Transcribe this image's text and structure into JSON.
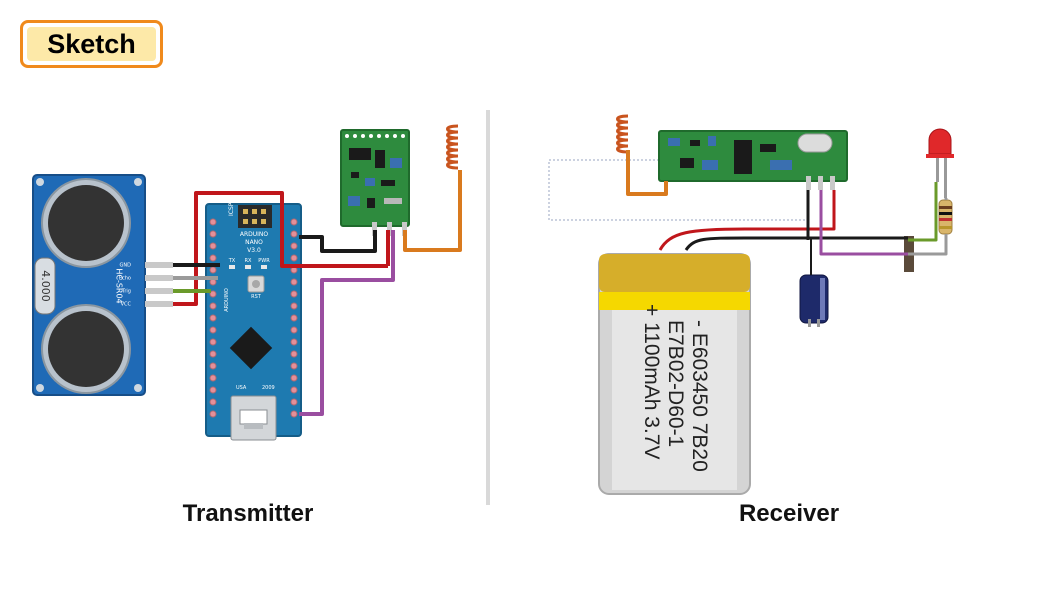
{
  "header": {
    "title": "Sketch"
  },
  "captions": {
    "left": "Transmitter",
    "right": "Receiver"
  },
  "sensor": {
    "crystal_label": "4.000",
    "model_label": "HC-SR04",
    "pins": [
      "GND",
      "Echo",
      "Trig",
      "VCC"
    ]
  },
  "nano": {
    "title_line1": "ARDUINO",
    "title_line2": "NANO",
    "title_line3": "V3.0",
    "icsp": "ICSP",
    "side_brand": "ARDUINO",
    "rst": "RST",
    "usa": "USA",
    "year": "2009",
    "leds": [
      "TX",
      "RX",
      "PWR"
    ]
  },
  "battery": {
    "line1": "- E603450 7B20",
    "line2": "E7B02-D60-1",
    "line3": "+ 1100mAh 3.7V"
  },
  "colors": {
    "badge_border": "#f08a1c",
    "badge_fill": "#fde9a8",
    "wire_red": "#c0161b",
    "wire_black": "#1a1a1a",
    "wire_orange": "#d97a1e",
    "wire_purple": "#9a4ea0",
    "wire_green": "#6a9a2a",
    "wire_gray": "#9a9a9a",
    "sensor_blue": "#1f6ab6",
    "nano_blue": "#1e7ab0",
    "pcb_green": "#2e8b3e"
  }
}
